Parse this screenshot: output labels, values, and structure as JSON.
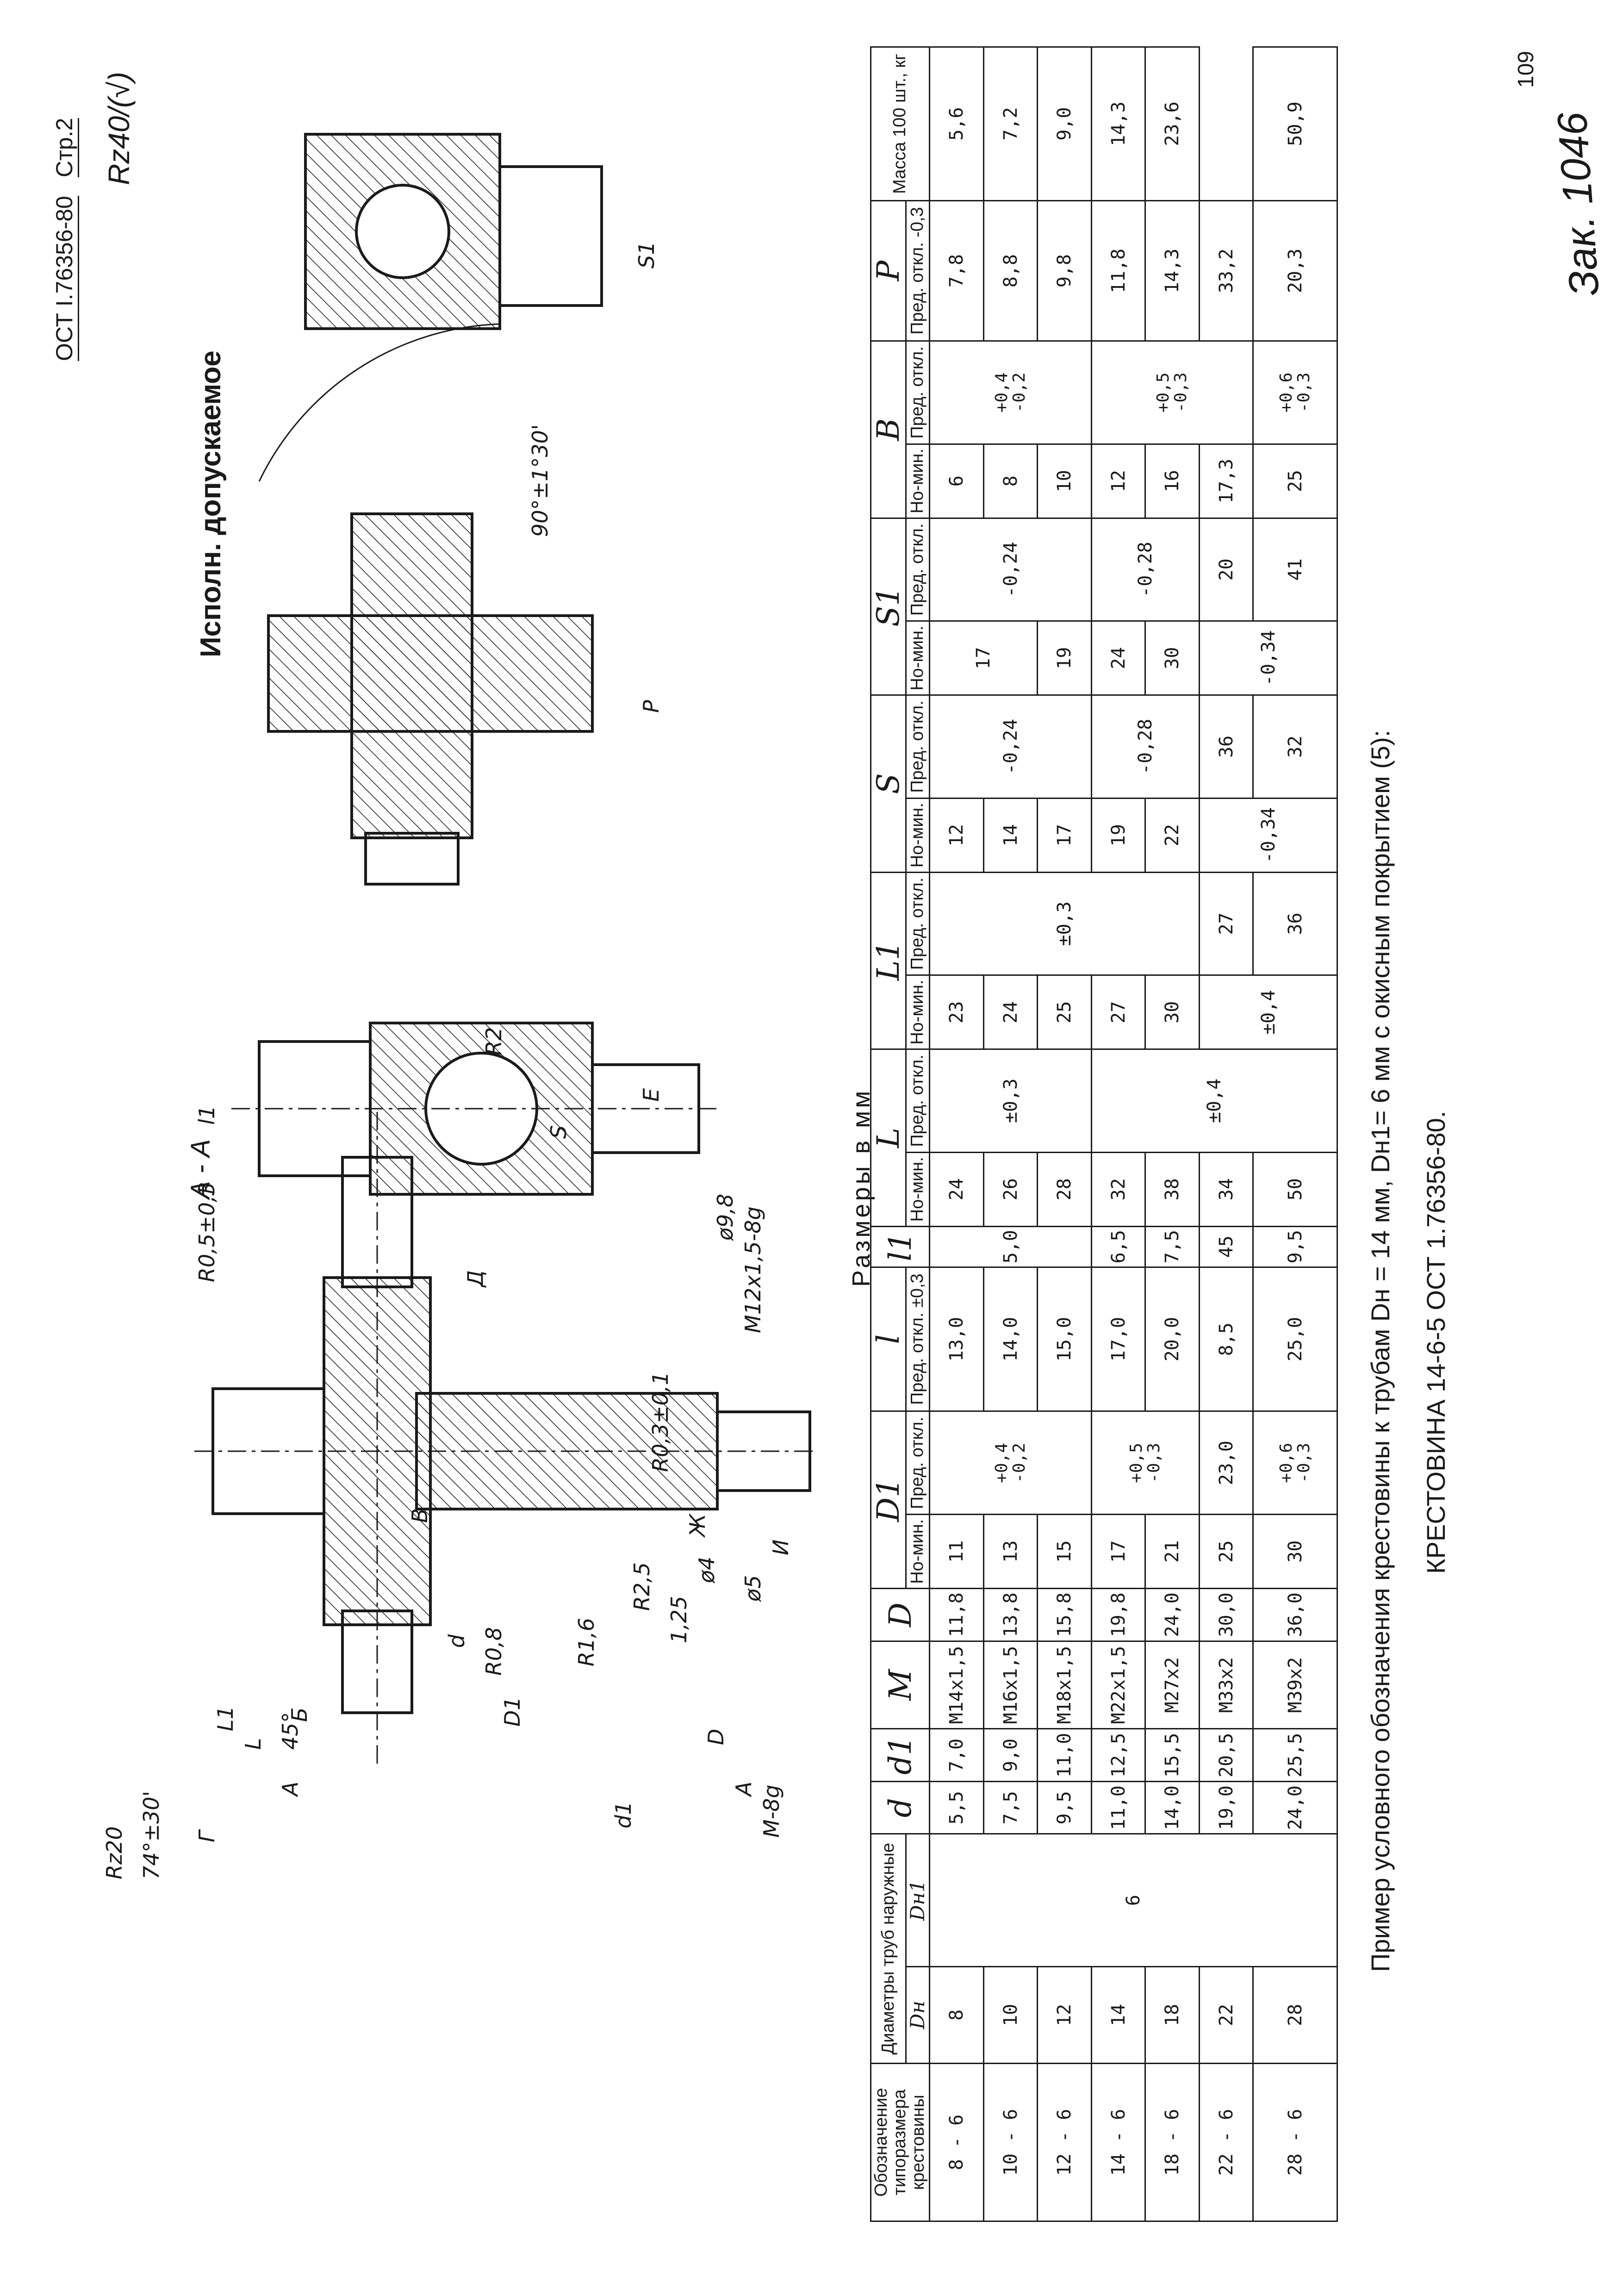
{
  "header": {
    "standard": "ОСТ I.76356-80",
    "page_label": "Стр.2",
    "roughness": "Rz40/(√)"
  },
  "drawing": {
    "permitted_label": "Исполн. допускаемое",
    "section_title": "А - А",
    "labels": [
      "А",
      "А",
      "Б",
      "d",
      "D",
      "D1",
      "d1",
      "М-8g",
      "L",
      "L1",
      "Г",
      "45°",
      "74°±30'",
      "Rz20",
      "R0,8",
      "R1,6",
      "R2",
      "R2,5",
      "R0,3±0,1",
      "R0,5±0,3",
      "В",
      "Ж",
      "И",
      "Е",
      "Д",
      "S",
      "S1",
      "P",
      "l",
      "l1",
      "1,25",
      "ø4",
      "ø5",
      "ø9,8",
      "М12х1,5-8g",
      "90°±1°30'"
    ]
  },
  "units_caption": "Размеры в мм",
  "table": {
    "head": {
      "designation": "Обозначение типоразмера крестовины",
      "diameters": "Диаметры труб наружные",
      "dn": "Dн",
      "dn1": "Dн1",
      "d": "d",
      "d1": "d1",
      "m": "М",
      "dd": "D",
      "D1": "D1",
      "l": "l",
      "l1": "l1",
      "L": "L",
      "L1": "L1",
      "S": "S",
      "S1": "S1",
      "B": "В",
      "P": "Р",
      "nom": "Но-мин.",
      "dev": "Пред. откл.",
      "dev_l": "Пред. откл. ±0,3",
      "dev_p": "Пред. откл. -0,3",
      "mass": "Масса 100 шт., кг"
    },
    "rows": [
      {
        "des": "8 - 6",
        "dn": "8",
        "d": "5,5",
        "d1": "7,0",
        "m": "М14х1,5",
        "dd": "11,8",
        "D1n": "11",
        "l": "13,0",
        "l1": "",
        "Ln": "24",
        "L1n": "23",
        "Sn": "12",
        "S1n": "",
        "Bn": "6",
        "Pn": "7,8",
        "mass": "5,6"
      },
      {
        "des": "10 - 6",
        "dn": "10",
        "d": "7,5",
        "d1": "9,0",
        "m": "М16х1,5",
        "dd": "13,8",
        "D1n": "13",
        "l": "14,0",
        "l1": "5,0",
        "Ln": "26",
        "L1n": "24",
        "Sn": "14",
        "S1n": "17",
        "Bn": "8",
        "Pn": "8,8",
        "mass": "7,2"
      },
      {
        "des": "12 - 6",
        "dn": "12",
        "d": "9,5",
        "d1": "11,0",
        "m": "М18х1,5",
        "dd": "15,8",
        "D1n": "15",
        "l": "15,0",
        "l1": "",
        "Ln": "28",
        "L1n": "25",
        "Sn": "17",
        "S1n": "19",
        "Bn": "10",
        "Pn": "9,8",
        "mass": "9,0"
      },
      {
        "des": "14 - 6",
        "dn": "14",
        "d": "11,0",
        "d1": "12,5",
        "m": "М22х1,5",
        "dd": "19,8",
        "D1n": "17",
        "l": "17,0",
        "l1": "6,5",
        "Ln": "32",
        "L1n": "27",
        "Sn": "19",
        "S1n": "24",
        "Bn": "12",
        "Pn": "11,8",
        "mass": "14,3"
      },
      {
        "des": "18 - 6",
        "dn": "18",
        "d": "14,0",
        "d1": "15,5",
        "m": "М27х2",
        "dd": "24,0",
        "D1n": "21",
        "l": "20,0",
        "l1": "7,5",
        "Ln": "38",
        "L1n": "30",
        "Sn": "22",
        "S1n": "30",
        "Bn": "16",
        "Pn": "14,3",
        "mass": "23,6"
      },
      {
        "des": "22 - 6",
        "dn": "22",
        "d": "19,0",
        "d1": "20,5",
        "m": "М33х2",
        "dd": "30,0",
        "D1n": "25",
        "l": "23,0",
        "l1": "8,5",
        "Ln": "45",
        "L1n": "34",
        "Sn": "27",
        "S1n": "36",
        "Bn": "20",
        "Pn": "17,3",
        "mass": "33,2"
      },
      {
        "des": "28 - 6",
        "dn": "28",
        "d": "24,0",
        "d1": "25,5",
        "m": "М39х2",
        "dd": "36,0",
        "D1n": "30",
        "l": "25,0",
        "l1": "9,5",
        "Ln": "50",
        "L1n": "36",
        "Sn": "32",
        "S1n": "41",
        "Bn": "25",
        "Pn": "20,3",
        "mass": "50,9"
      }
    ],
    "merged": {
      "dn1": "6",
      "D1_dev": [
        "+0,4\n-0,2",
        "+0,5\n-0,3",
        "+0,6\n-0,3"
      ],
      "L_dev": [
        "±0,3",
        "±0,4"
      ],
      "L1_dev": [
        "±0,3",
        "±0,4"
      ],
      "S_dev": [
        "-0,24",
        "-0,28",
        "-0,34"
      ],
      "S1_dev": [
        "-0,24",
        "-0,28",
        "-0,34"
      ],
      "B_dev": [
        "+0,4\n-0,2",
        "+0,5\n-0,3",
        "+0,6\n-0,3"
      ]
    }
  },
  "footnote": {
    "line1": "Пример условного обозначения крестовины к трубам  Dн = 14 мм, Dн1= 6 мм с окисным покрытием (5):",
    "line2": "КРЕСТОВИНА  14-6-5  ОСТ 1.76356-80."
  },
  "page_number": "109",
  "handwritten": "Зак. 1046"
}
